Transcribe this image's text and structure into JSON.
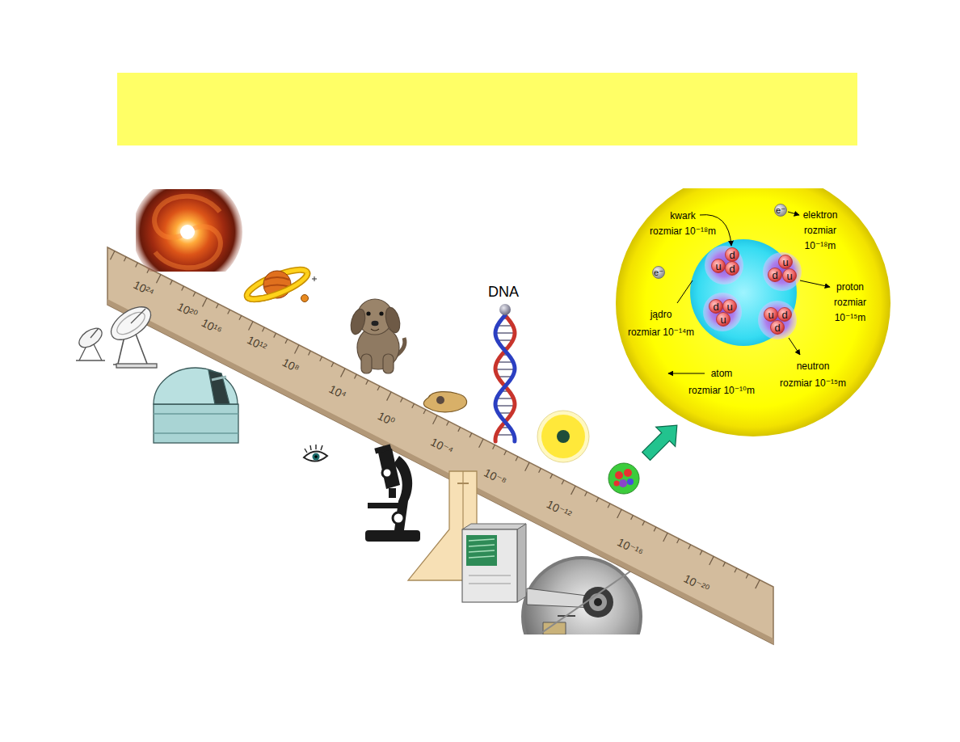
{
  "diagram": {
    "nodes": [
      {
        "text": [
          "atom rozmiar 10⁻¹⁰m"
        ]
      },
      {
        "text": [
          "e⁻"
        ],
        "in": 0
      },
      {
        "text": [
          "e⁻"
        ],
        "in": 0
      },
      {
        "text": [
          "d"
        ],
        "in": 0
      },
      {
        "text": [
          "u"
        ],
        "in": 0
      },
      {
        "text": [
          "d"
        ],
        "in": 0
      },
      {
        "text": [
          "u"
        ],
        "in": 0
      },
      {
        "text": [
          "d"
        ],
        "in": 0
      },
      {
        "text": [
          "u"
        ],
        "in": 0
      },
      {
        "text": [
          "d"
        ],
        "in": 0
      },
      {
        "text": [
          "u"
        ],
        "in": 0
      },
      {
        "text": [
          "u"
        ],
        "in": 0
      },
      {
        "text": [
          "u"
        ],
        "in": 0
      },
      {
        "text": [
          "d"
        ],
        "in": 0
      },
      {
        "text": [
          "d"
        ],
        "in": 0
      }
    ],
    "labels": [
      "10²⁴",
      "10²⁰",
      "10¹⁶",
      "10¹²",
      "10⁸",
      "10⁴",
      "10⁰",
      "10⁻⁴",
      "10⁻⁸",
      "10⁻¹²",
      "10⁻¹⁶",
      "10⁻²⁰",
      "DNA",
      "kwark rozmiar 10⁻¹⁸m",
      "elektron rozmiar 10⁻¹⁸m",
      "proton rozmiar 10⁻¹⁵m",
      "jądro rozmiar 10⁻¹⁴m",
      "neutron rozmiar 10⁻¹⁵m"
    ]
  }
}
